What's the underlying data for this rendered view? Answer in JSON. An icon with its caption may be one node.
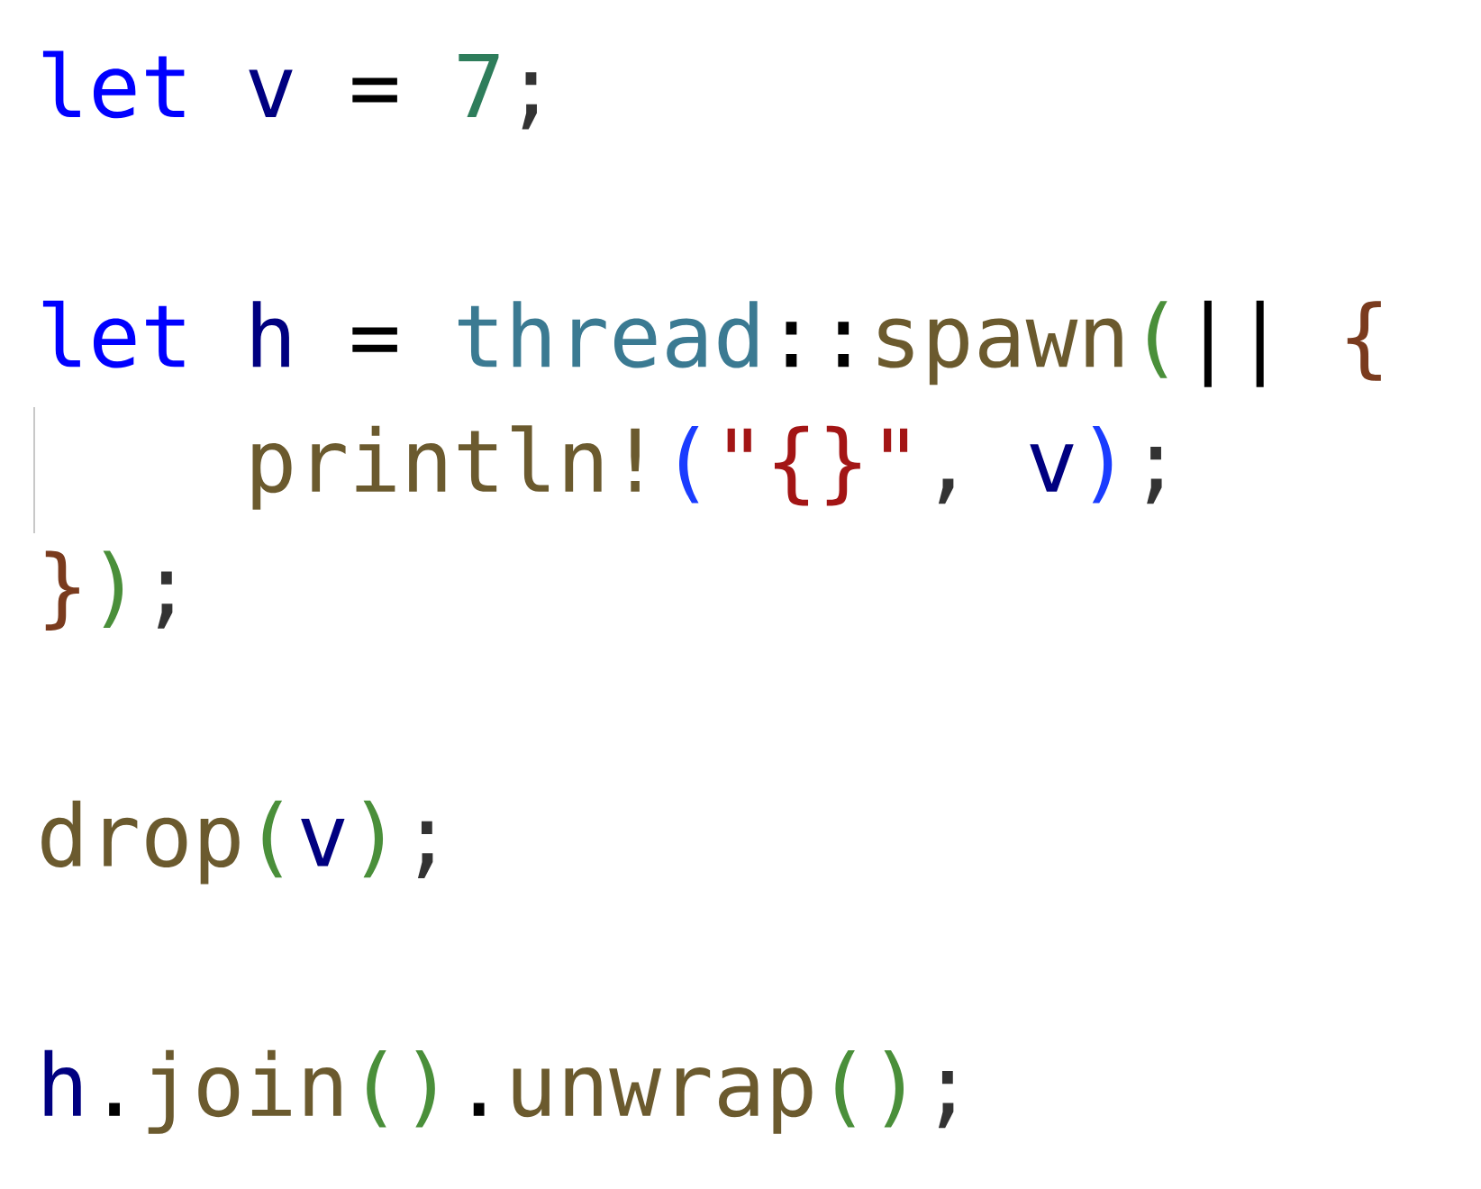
{
  "diagram": {
    "labels": [
      "let",
      "v",
      "=",
      "7",
      ";",
      "let",
      "h",
      "=",
      "thread",
      "::",
      "spawn",
      "(",
      "||",
      "{",
      "println!",
      "(",
      "\"{}\"",
      ",",
      "v",
      ")",
      ";",
      "}",
      ")",
      ";",
      "drop",
      "(",
      "v",
      ")",
      ";",
      "h",
      ".",
      "join",
      "()",
      ".",
      "unwrap",
      "()",
      ";"
    ]
  }
}
